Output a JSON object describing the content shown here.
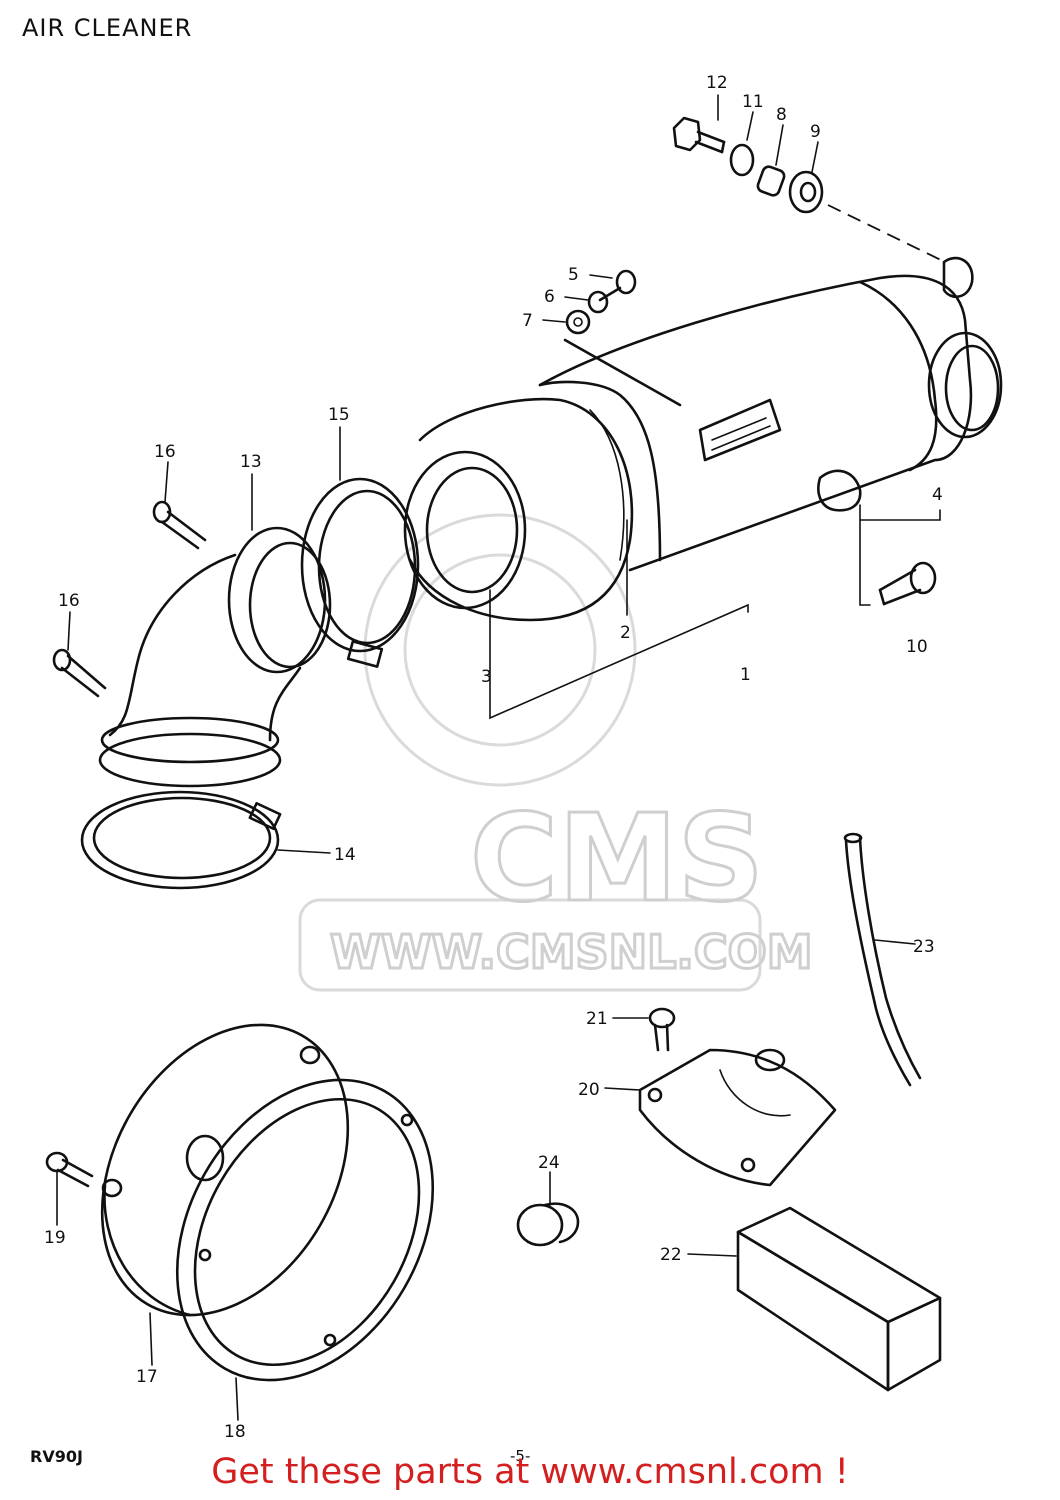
{
  "header": {
    "title": "AIR CLEANER"
  },
  "footer": {
    "model_code": "RV90J",
    "page_number": "-5-",
    "promo_text": "Get these parts at www.cmsnl.com !"
  },
  "watermark": {
    "logo_text": "CMS",
    "url_text": "WWW.CMSNL.COM"
  },
  "part_labels": [
    {
      "id": "p1",
      "text": "1"
    },
    {
      "id": "p2",
      "text": "2"
    },
    {
      "id": "p3",
      "text": "3"
    },
    {
      "id": "p4",
      "text": "4"
    },
    {
      "id": "p5",
      "text": "5"
    },
    {
      "id": "p6",
      "text": "6"
    },
    {
      "id": "p7",
      "text": "7"
    },
    {
      "id": "p8",
      "text": "8"
    },
    {
      "id": "p9",
      "text": "9"
    },
    {
      "id": "p10",
      "text": "10"
    },
    {
      "id": "p11",
      "text": "11"
    },
    {
      "id": "p12",
      "text": "12"
    },
    {
      "id": "p13",
      "text": "13"
    },
    {
      "id": "p14",
      "text": "14"
    },
    {
      "id": "p15",
      "text": "15"
    },
    {
      "id": "p16a",
      "text": "16"
    },
    {
      "id": "p16b",
      "text": "16"
    },
    {
      "id": "p17",
      "text": "17"
    },
    {
      "id": "p18",
      "text": "18"
    },
    {
      "id": "p19",
      "text": "19"
    },
    {
      "id": "p20",
      "text": "20"
    },
    {
      "id": "p21",
      "text": "21"
    },
    {
      "id": "p22",
      "text": "22"
    },
    {
      "id": "p23",
      "text": "23"
    },
    {
      "id": "p24",
      "text": "24"
    }
  ]
}
